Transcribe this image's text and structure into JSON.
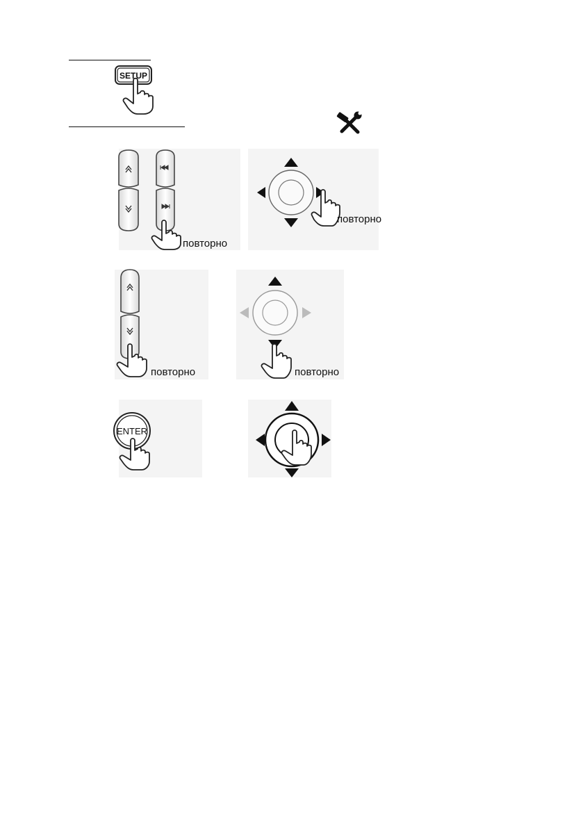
{
  "step1": {
    "setup_button_label": "SETUP",
    "icon": "tools-icon"
  },
  "step2": {
    "repeat_label_left": "повторно",
    "repeat_label_right": "повторно",
    "icons": [
      "page-up-icon",
      "page-down-icon",
      "prev-track-icon",
      "next-track-icon",
      "dpad-icon"
    ]
  },
  "step3": {
    "repeat_label_left": "повторно",
    "repeat_label_right": "повторно",
    "icons": [
      "page-up-icon",
      "page-down-icon",
      "dpad-icon"
    ]
  },
  "step4": {
    "enter_button_label": "ENTER",
    "icons": [
      "enter-button-icon",
      "dpad-icon"
    ]
  }
}
